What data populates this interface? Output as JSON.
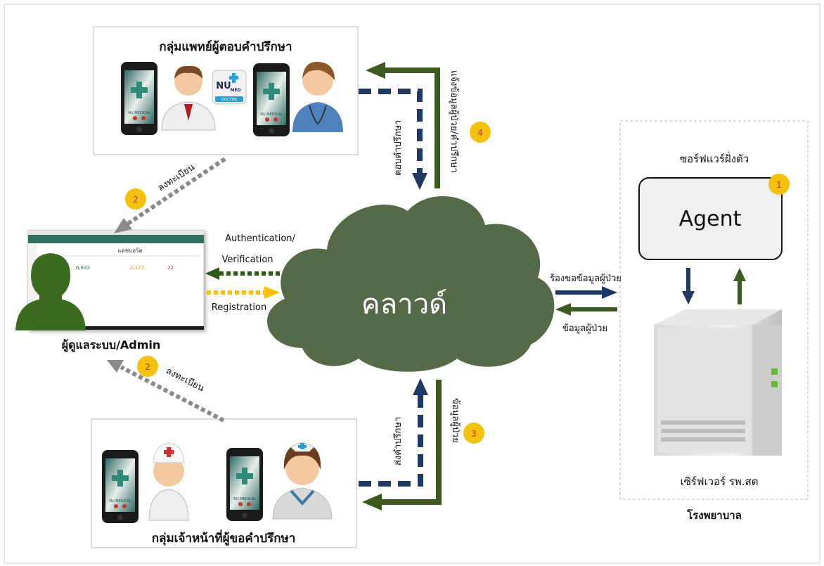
{
  "doctors": {
    "title": "กลุ่มแพทย์ผู้ตอบคำปรึกษา",
    "app_label": "NU MEDICAL",
    "badge_top": "NU",
    "badge_med": "MED",
    "badge_bottom": "DOCTOR"
  },
  "staff": {
    "title": "กลุ่มเจ้าหน้าที่ผู้ขอคำปรึกษา",
    "app_label": "NU MEDICAL"
  },
  "admin": {
    "label": "ผู้ดูแลระบบ/Admin",
    "dashboard_title": "แดชบอร์ด",
    "stat1": "6,842",
    "stat2": "2,127",
    "stat3": "22"
  },
  "cloud": {
    "label": "คลาวด์"
  },
  "hospital": {
    "software_label": "ซอร์ฟแวร์ฝั่งตัว",
    "agent_label": "Agent",
    "server_label": "เซิร์ฟเวอร์ รพ.สต",
    "hospital_label": "โรงพยาบาล"
  },
  "arrows": {
    "register_top": "ลงทะเบียน",
    "register_bottom": "ลงทะเบียน",
    "auth1": "Authentication/",
    "auth2": "Verification",
    "registration": "Registration",
    "request_patient": "ร้องขอข้อมูลผู้ป่วย",
    "patient_data": "ข้อมูลผู้ป่วย",
    "reply": "ตอบคำปรึกษา",
    "notify_top": "แจ้งข้อมูลผู้ป่วย/คำปรึกษา",
    "send": "ส่งคำปรึกษา",
    "patient_info_bottom": "ข้อมูลผู้ป่วย"
  },
  "steps": {
    "s1": "1",
    "s2a": "2",
    "s2b": "2",
    "s3": "3",
    "s4": "4"
  },
  "colors": {
    "cloud": "#556b47",
    "navy": "#1f3864",
    "green": "#3d5a1e",
    "badge": "#f4c20d",
    "gray": "#8a8a8a"
  }
}
